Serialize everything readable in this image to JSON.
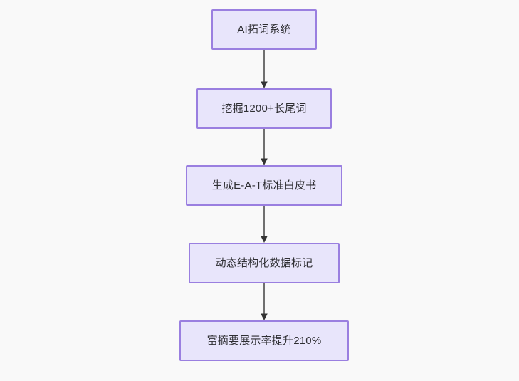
{
  "diagram": {
    "type": "flowchart",
    "direction": "top-to-bottom",
    "background_color": "#f9f9f9",
    "node_fill_color": "#e8e5fb",
    "node_border_color": "#9a7fe0",
    "node_text_color": "#2f2f33",
    "edge_color": "#707070",
    "arrowhead_color": "#333333",
    "nodes": [
      {
        "id": "n1",
        "label": "AI拓词系统"
      },
      {
        "id": "n2",
        "label": "挖掘1200+长尾词"
      },
      {
        "id": "n3",
        "label": "生成E-A-T标准白皮书"
      },
      {
        "id": "n4",
        "label": "动态结构化数据标记"
      },
      {
        "id": "n5",
        "label": "富摘要展示率提升210%"
      }
    ],
    "edges": [
      {
        "from": "n1",
        "to": "n2",
        "label": ""
      },
      {
        "from": "n2",
        "to": "n3",
        "label": ""
      },
      {
        "from": "n3",
        "to": "n4",
        "label": ""
      },
      {
        "from": "n4",
        "to": "n5",
        "label": ""
      }
    ]
  }
}
